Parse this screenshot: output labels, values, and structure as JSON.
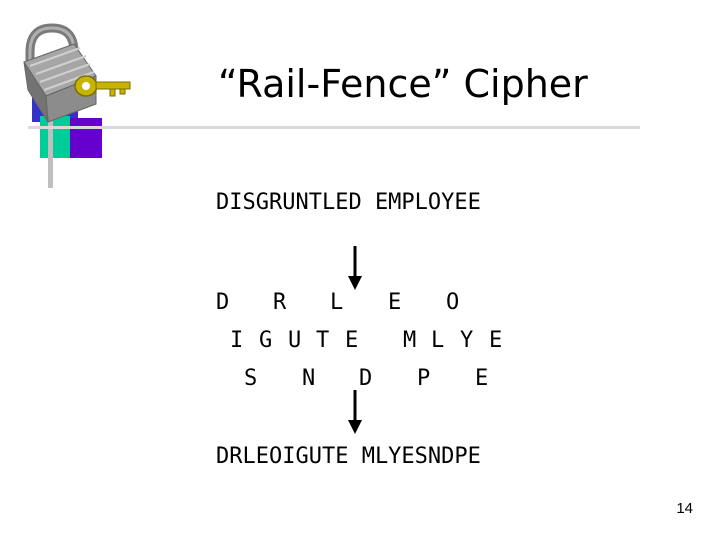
{
  "slide": {
    "title": "“Rail-Fence” Cipher",
    "plaintext": "DISGRUNTLED EMPLOYEE",
    "rails": [
      [
        "D",
        "R",
        "L",
        "E",
        "O"
      ],
      [
        "I",
        "G",
        "U",
        "T",
        "E",
        "M",
        "L",
        "Y",
        "E"
      ],
      [
        "S",
        "N",
        "D",
        "P",
        "E"
      ]
    ],
    "ciphertext": "DRLEOIGUTE MLYESNDPE",
    "page_number": "14"
  },
  "colors": {
    "accent_blue": "#3333cc",
    "accent_purple": "#6600cc",
    "accent_teal": "#00cc99",
    "divider_gray": "#bfbfbf",
    "lock_gray": "#8c8c8c",
    "key_gold": "#b3a000"
  },
  "icons": {
    "logo": "padlock-with-key-icon",
    "arrows": "down-arrow-icon"
  }
}
